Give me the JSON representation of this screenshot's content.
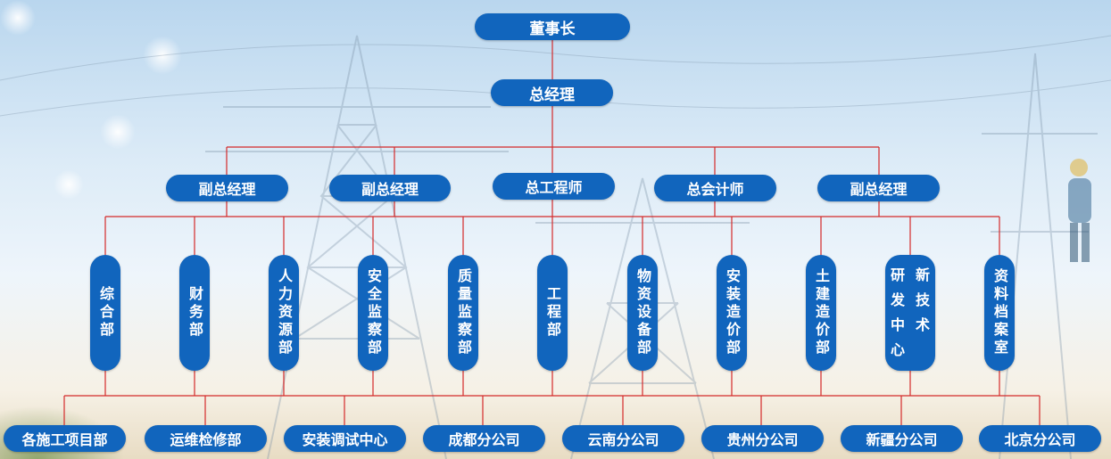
{
  "top": {
    "chairman": "董事长",
    "general_manager": "总经理"
  },
  "executives": [
    "副总经理",
    "副总经理",
    "总工程师",
    "总会计师",
    "副总经理"
  ],
  "departments": [
    "综合部",
    "财务部",
    "人力资源部",
    "安全监察部",
    "质量监察部",
    "工程部",
    "物资设备部",
    "安装造价部",
    "土建造价部",
    "研新发技中术心",
    "资料档案室"
  ],
  "branches": [
    "各施工项目部",
    "运维检修部",
    "安装调试中心",
    "成都分公司",
    "云南分公司",
    "贵州分公司",
    "新疆分公司",
    "北京分公司"
  ],
  "colors": {
    "node": "#1165bd",
    "line": "#d42a2a"
  }
}
